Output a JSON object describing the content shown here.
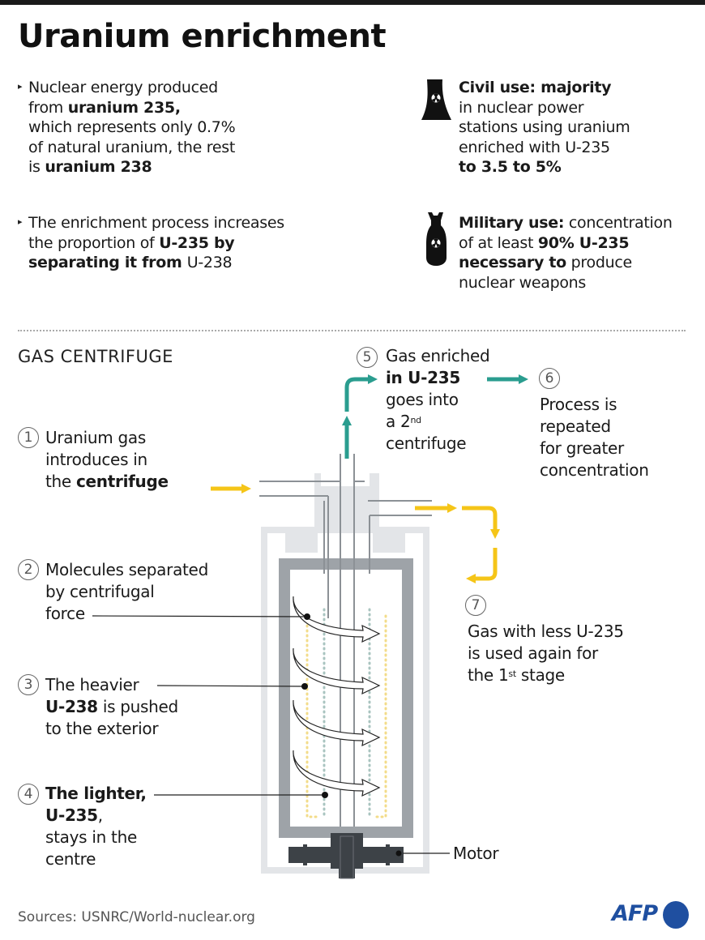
{
  "header": {
    "title": "Uranium enrichment"
  },
  "intro": {
    "bullet_1": {
      "lines": [
        [
          {
            "t": "Nuclear energy produced",
            "b": false
          }
        ],
        [
          {
            "t": "from ",
            "b": false
          },
          {
            "t": "uranium 235,",
            "b": true
          }
        ],
        [
          {
            "t": "which represents only 0.7%",
            "b": false
          }
        ],
        [
          {
            "t": "of natural uranium, the rest",
            "b": false
          }
        ],
        [
          {
            "t": "is ",
            "b": false
          },
          {
            "t": "uranium 238",
            "b": true
          }
        ]
      ]
    },
    "bullet_2": {
      "lines": [
        [
          {
            "t": "The enrichment process increases",
            "b": false
          }
        ],
        [
          {
            "t": "the proportion of ",
            "b": false
          },
          {
            "t": "U-235 by",
            "b": true
          }
        ],
        [
          {
            "t": "separating it from ",
            "b": true
          },
          {
            "t": "U-238",
            "b": false
          }
        ]
      ]
    },
    "civil": {
      "icon": "cooling-tower-icon",
      "lines": [
        [
          {
            "t": "Civil use: majority",
            "b": true
          }
        ],
        [
          {
            "t": "in nuclear power",
            "b": false
          }
        ],
        [
          {
            "t": "stations using uranium",
            "b": false
          }
        ],
        [
          {
            "t": "enriched with U-235",
            "b": false
          }
        ],
        [
          {
            "t": "to 3.5 to 5%",
            "b": true
          }
        ]
      ]
    },
    "military": {
      "icon": "bomb-icon",
      "lines": [
        [
          {
            "t": "Military use:",
            "b": true
          },
          {
            "t": " concentration",
            "b": false
          }
        ],
        [
          {
            "t": "of at least ",
            "b": false
          },
          {
            "t": "90% U-235",
            "b": true
          }
        ],
        [
          {
            "t": "necessary to",
            "b": true
          },
          {
            "t": " produce",
            "b": false
          }
        ],
        [
          {
            "t": "nuclear weapons",
            "b": false
          }
        ]
      ]
    }
  },
  "diagram": {
    "section_title": "GAS CENTRIFUGE",
    "steps": [
      {
        "num": "1",
        "lines": [
          [
            {
              "t": "Uranium gas",
              "b": false
            }
          ],
          [
            {
              "t": "introduces in",
              "b": false
            }
          ],
          [
            {
              "t": "the ",
              "b": false
            },
            {
              "t": "centrifuge",
              "b": true
            }
          ]
        ]
      },
      {
        "num": "2",
        "lines": [
          [
            {
              "t": "Molecules separated",
              "b": false
            }
          ],
          [
            {
              "t": "by centrifugal",
              "b": false
            }
          ],
          [
            {
              "t": "force",
              "b": false
            }
          ]
        ]
      },
      {
        "num": "3",
        "lines": [
          [
            {
              "t": "The heavier",
              "b": false
            }
          ],
          [
            {
              "t": "U-238",
              "b": true
            },
            {
              "t": " is pushed",
              "b": false
            }
          ],
          [
            {
              "t": "to the exterior",
              "b": false
            }
          ]
        ]
      },
      {
        "num": "4",
        "lines": [
          [
            {
              "t": "The lighter,",
              "b": true
            }
          ],
          [
            {
              "t": "U-235",
              "b": true
            },
            {
              "t": ",",
              "b": false
            }
          ],
          [
            {
              "t": "stays in the",
              "b": false
            }
          ],
          [
            {
              "t": "centre",
              "b": false
            }
          ]
        ]
      },
      {
        "num": "5",
        "lines": [
          [
            {
              "t": "Gas enriched",
              "b": false
            }
          ],
          [
            {
              "t": "in U-235",
              "b": true
            }
          ],
          [
            {
              "t": "goes into",
              "b": false
            }
          ],
          [
            {
              "t": "a 2",
              "b": false
            },
            {
              "t": "nd",
              "sup": true
            }
          ],
          [
            {
              "t": "centrifuge",
              "b": false
            }
          ]
        ]
      },
      {
        "num": "6",
        "lines": [
          [
            {
              "t": "Process is",
              "b": false
            }
          ],
          [
            {
              "t": "repeated",
              "b": false
            }
          ],
          [
            {
              "t": "for greater",
              "b": false
            }
          ],
          [
            {
              "t": "concentration",
              "b": false
            }
          ]
        ]
      },
      {
        "num": "7",
        "lines": [
          [
            {
              "t": "Gas with less U-235",
              "b": false
            }
          ],
          [
            {
              "t": "is used again for",
              "b": false
            }
          ],
          [
            {
              "t": "the 1",
              "b": false
            },
            {
              "t": "st",
              "sup": true
            },
            {
              "t": " stage",
              "b": false
            }
          ]
        ]
      }
    ],
    "motor_label": "Motor",
    "colors": {
      "enriched_flow": "#2a9d8f",
      "depleted_flow": "#f5c518",
      "casing_light": "#e3e5e8",
      "rotor_dark": "#9ea3a8",
      "motor": "#3d4247",
      "u238_dots": "#f3dc8a",
      "u235_dots": "#a9c4c0"
    }
  },
  "footer": {
    "sources": "Sources: USNRC/World-nuclear.org",
    "logo_text": "AFP",
    "logo_color": "#1f4fa0"
  }
}
